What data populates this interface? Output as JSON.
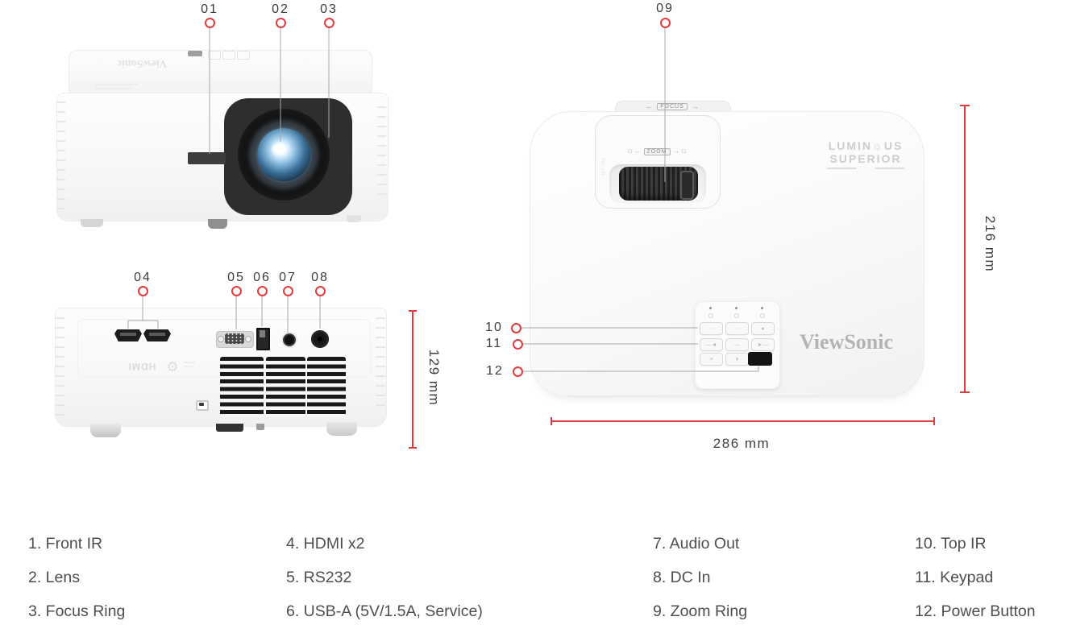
{
  "callouts": [
    "01",
    "02",
    "03",
    "04",
    "05",
    "06",
    "07",
    "08",
    "09",
    "10",
    "11",
    "12"
  ],
  "dimensions": {
    "rear_height": "129 mm",
    "top_height": "216 mm",
    "top_width": "286 mm"
  },
  "branding": {
    "viewsonic_logo": "ViewSonic",
    "luminous_line1": "LUMIN☼US",
    "luminous_line2": "SUPERIOR",
    "focus_label": "FOCUS",
    "zoom_label": "ZOOM",
    "hdmi_label": "HDMI"
  },
  "legend": {
    "items": [
      {
        "text": "1. Front IR"
      },
      {
        "text": "2. Lens"
      },
      {
        "text": "3. Focus Ring"
      },
      {
        "text": "4. HDMI x2"
      },
      {
        "text": "5. RS232"
      },
      {
        "text": "6. USB-A (5V/1.5A, Service)"
      },
      {
        "text": "7. Audio Out"
      },
      {
        "text": "8. DC In"
      },
      {
        "text": "9. Zoom Ring"
      },
      {
        "text": "10. Top IR"
      },
      {
        "text": "11. Keypad"
      },
      {
        "text": "12. Power Button"
      }
    ]
  },
  "colors": {
    "accent_red": "#e23b3e",
    "callout_line_gray": "#a8a8a8",
    "text_dark": "#3c3c3c",
    "legend_text": "#4e4e4e"
  }
}
